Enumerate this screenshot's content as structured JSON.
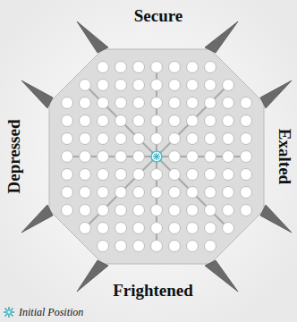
{
  "diagram": {
    "labels": [
      "Secure",
      "Depressed",
      "Exalted",
      "Frightened"
    ],
    "legend": [
      {
        "text": "Initial Position"
      }
    ]
  }
}
